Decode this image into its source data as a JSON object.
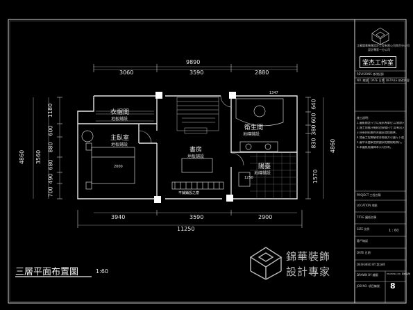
{
  "plan": {
    "title": "三層平面布置圖",
    "scale": "1:60"
  },
  "dimensions": {
    "top_total": "9890",
    "top_segments": [
      "3060",
      "3590",
      "2880"
    ],
    "bottom_segments": [
      "3940",
      "3590",
      "2900"
    ],
    "bottom_total": "11250",
    "left_total": "4860",
    "left_mid": "3560",
    "left_segments": [
      "1180",
      "600",
      "880",
      "680",
      "490",
      "700"
    ],
    "right_total": "4860",
    "right_segments": [
      "640",
      "600",
      "380",
      "830",
      "1570"
    ],
    "misc": [
      "1347",
      "1250",
      "2000"
    ]
  },
  "rooms": [
    {
      "name": "衣帽間",
      "floor": "地板鋪設"
    },
    {
      "name": "主臥室",
      "floor": "地板鋪設"
    },
    {
      "name": "書房",
      "floor": "地板鋪設"
    },
    {
      "name": "衛生間",
      "floor": "地磚鋪設"
    },
    {
      "name": "陽臺",
      "floor": "地磚鋪設"
    }
  ],
  "plan_note": "平鋪鋪設之樹",
  "title_block": {
    "company_line1": "江蘇錦華裝飾設計工程有限公司南京分公司",
    "company_line2": "設計專家一分公司",
    "logo_text": "堂杰工作室",
    "revisions_label": "REVISIONS 修改記錄",
    "rev_no": "NO. 編號",
    "rev_date": "DATE 日期",
    "rev_detail": "DETAILS 修改內容",
    "notes": [
      "施工說明:",
      "1.圖紙標註尺寸以毫米為單位,以實際尺寸為準。",
      "2.施工前應仔細核對現場尺寸,如有出入及時通知設計師。",
      "3.所有材料需符合國家環保標準。",
      "4.隱蔽工程需驗收合格後方可進行下道工序。",
      "5.圖中未盡事宜按國家相關規範執行。",
      "6.本圖紙版權歸本公司所有。"
    ],
    "fields": [
      {
        "label": "PROJECT 工程名稱",
        "value": ""
      },
      {
        "label": "LOCATION 地點",
        "value": ""
      },
      {
        "label": "TITLE 圖紙名稱",
        "value": ""
      },
      {
        "label": "SIZE 比例",
        "value": "1 : 60"
      },
      {
        "label": "客戶確認",
        "value": ""
      },
      {
        "label": "DATE 日期",
        "value": ""
      },
      {
        "label": "DESIGNED BY 設計師",
        "value": ""
      },
      {
        "label": "DRAWN BY 繪圖",
        "value": ""
      },
      {
        "label": "JOB NO. 項目編號",
        "value": ""
      }
    ],
    "drawing_no_label": "DRAWING NO. 圖紙編號",
    "sheet_number": "8"
  },
  "watermark": {
    "line1": "錦華裝飾",
    "line2": "設計專家"
  },
  "colors": {
    "background": "#000000",
    "lines": "#e6e6e6",
    "grid": "#8a8a8a"
  }
}
